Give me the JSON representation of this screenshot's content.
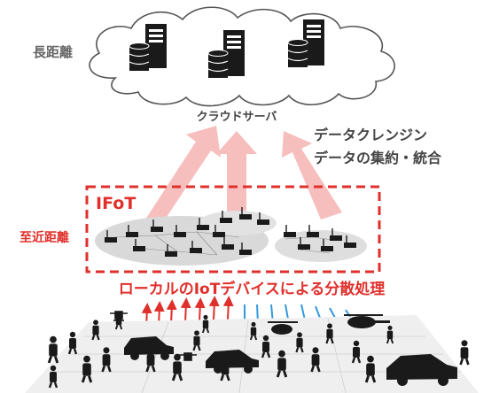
{
  "labels": {
    "long_distance": "長距離",
    "cloud_server": "クラウドサーバ",
    "cleansing": "データクレンジン",
    "aggregation": "データの集約・統合",
    "ifot": "IFoT",
    "near_distance": "至近距離",
    "local_processing": "ローカルのIoTデバイスによる分散処理"
  },
  "colors": {
    "red": "#e0302b",
    "pink_arrow": "#f7b7b7",
    "blue_arrow": "#3399dd",
    "dark": "#1a1a1a",
    "gray_text": "#666666"
  },
  "icons": {
    "cloud": "cloud-icon",
    "server": "server-icon",
    "database": "database-icon",
    "iot_device": "iot-device-icon",
    "person": "person-icon",
    "car": "car-icon",
    "drone": "drone-icon",
    "helicopter": "helicopter-icon"
  }
}
